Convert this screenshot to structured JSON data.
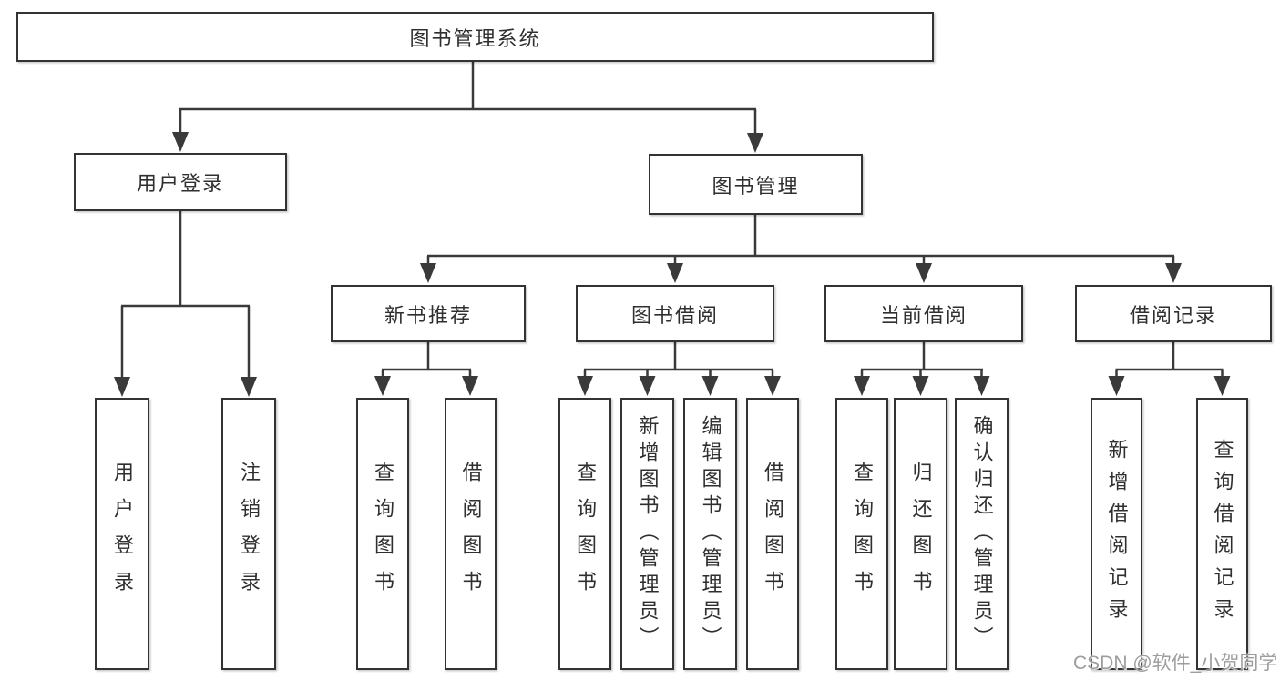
{
  "colors": {
    "background": "#ffffff",
    "line": "#3a3a3a",
    "border": "#333333",
    "text": "#2f2f2f",
    "watermark": "#9d9d9d"
  },
  "diagram": {
    "root": {
      "label": "图书管理系统"
    },
    "level2": [
      {
        "label": "用户登录"
      },
      {
        "label": "图书管理"
      }
    ],
    "level3": [
      {
        "label": "新书推荐"
      },
      {
        "label": "图书借阅"
      },
      {
        "label": "当前借阅"
      },
      {
        "label": "借阅记录"
      }
    ],
    "leaves": {
      "user_login": [
        "用户登录",
        "注销登录"
      ],
      "new_book": [
        "查询图书",
        "借阅图书"
      ],
      "book_borrow": [
        "查询图书",
        "新增图书（管理员）",
        "编辑图书（管理员）",
        "借阅图书"
      ],
      "current_borrow": [
        "查询图书",
        "归还图书",
        "确认归还（管理员）"
      ],
      "borrow_records": [
        "新增借阅记录",
        "查询借阅记录"
      ]
    }
  },
  "watermark": {
    "text": "CSDN @软件_小贺同学"
  }
}
